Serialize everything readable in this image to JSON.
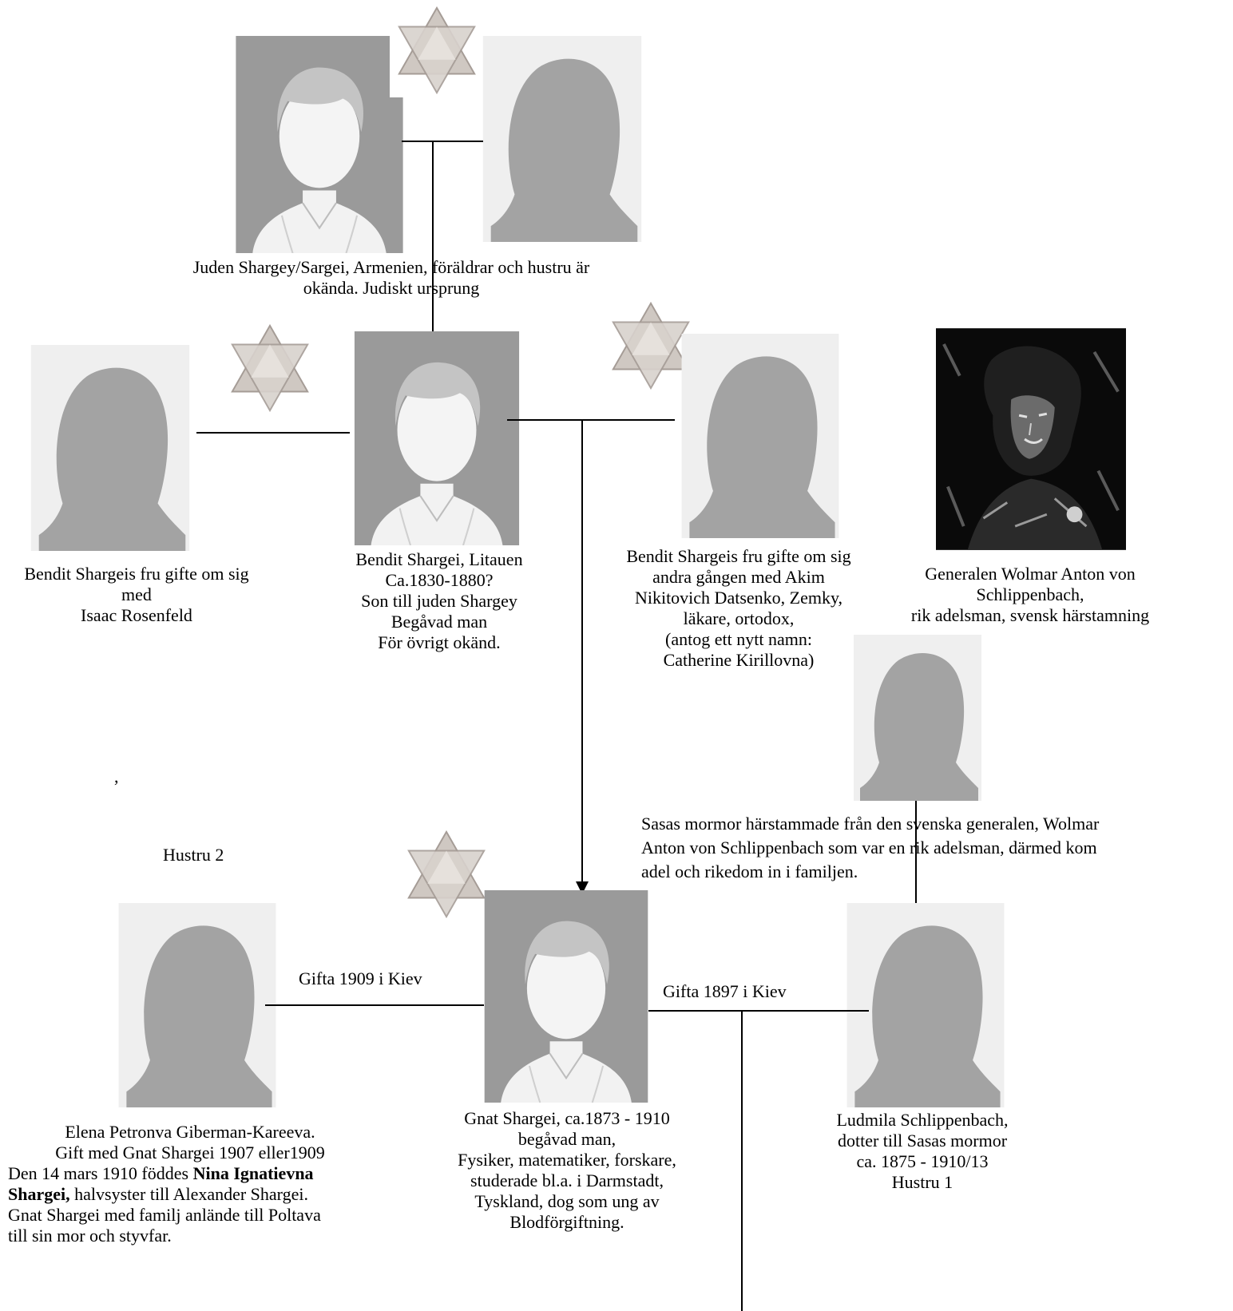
{
  "top": {
    "caption_line1": "Juden Shargey/Sargei, Armenien, föräldrar och hustru är",
    "caption_line2": "okända. Judiskt ursprung"
  },
  "gen2": {
    "left_wife": {
      "line1": "Bendit Shargeis fru gifte om sig",
      "line2": "med",
      "line3": "Isaac Rosenfeld"
    },
    "bendit": {
      "line1": "Bendit Shargei, Litauen",
      "line2": "Ca.1830-1880?",
      "line3": "Son till juden Shargey",
      "line4": "Begåvad man",
      "line5": "För övrigt okänd."
    },
    "right_wife": {
      "line1": "Bendit Shargeis fru gifte om sig",
      "line2": "andra gången med Akim",
      "line3": "Nikitovich Datsenko,  Zemky,",
      "line4": "läkare, ortodox,",
      "line5": "(antog ett nytt namn:",
      "line6": "Catherine Kirillovna)"
    },
    "general": {
      "line1": "Generalen Wolmar Anton von",
      "line2": "Schlippenbach,",
      "line3": "rik adelsman, svensk härstamning"
    }
  },
  "stray_comma": ",",
  "mormor_text": {
    "line1": "Sasas mormor härstammade från den svenska generalen, Wolmar",
    "line2": "Anton von Schlippenbach som var en rik adelsman, därmed kom",
    "line3": "adel och rikedom in i familjen."
  },
  "gen3": {
    "hustru2_label": "Hustru 2",
    "marriage_left": "Gifta 1909 i Kiev",
    "marriage_right": "Gifta 1897 i Kiev",
    "elena": {
      "line1": "Elena Petronva Giberman-Kareeva.",
      "line2": "Gift med Gnat Shargei 1907 eller1909",
      "line3a": "Den 14 mars 1910 föddes ",
      "line3b": "Nina Ignatievna",
      "line4a": "Shargei,",
      "line4b": " halvsyster till Alexander Shargei.",
      "line5": "Gnat Shargei med familj anlände till Poltava",
      "line6": "till sin mor och styvfar."
    },
    "gnat": {
      "line1": "Gnat Shargei, ca.1873 - 1910",
      "line2": "begåvad man,",
      "line3": "Fysiker, matematiker, forskare,",
      "line4": "studerade bl.a. i Darmstadt,",
      "line5": "Tyskland, dog som ung av",
      "line6": "Blodförgiftning."
    },
    "ludmila": {
      "line1": "Ludmila Schlippenbach,",
      "line2": "dotter till Sasas mormor",
      "line3": "ca. 1875 - 1910/13",
      "line4": "Hustru 1"
    }
  },
  "icons": {
    "male": "male-silhouette-icon",
    "female": "female-silhouette-icon",
    "star": "star-of-david-icon"
  }
}
